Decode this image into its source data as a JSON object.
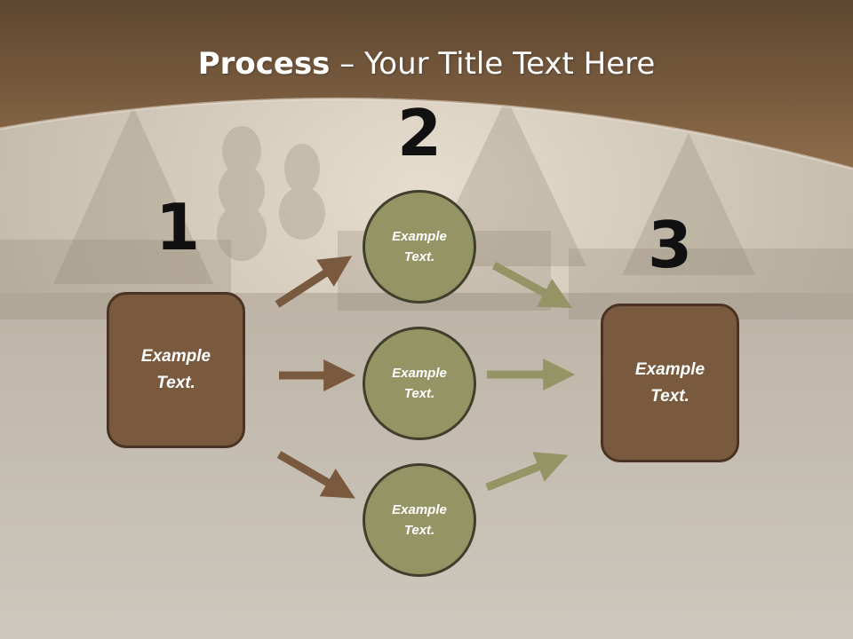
{
  "title": {
    "bold": "Process",
    "rest": " – Your Title Text Here"
  },
  "steps": {
    "one": "1",
    "two": "2",
    "three": "3"
  },
  "left_box": {
    "text": "Example\nText."
  },
  "right_box": {
    "text": "Example\nText."
  },
  "circles": [
    {
      "text": "Example\nText."
    },
    {
      "text": "Example\nText."
    },
    {
      "text": "Example\nText."
    }
  ],
  "colors": {
    "header_brown": "#8a6a47",
    "box_fill": "#7a5a3e",
    "circle_fill": "#949465",
    "arrow_brown": "#7a5a3e",
    "arrow_olive": "#949465"
  }
}
